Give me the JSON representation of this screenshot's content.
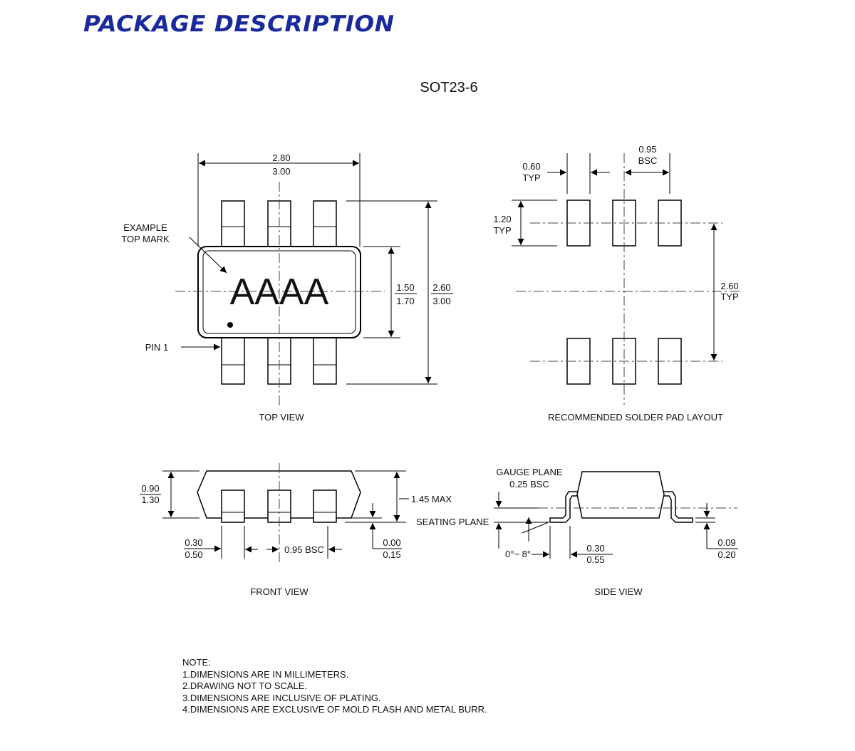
{
  "header": {
    "title": "PACKAGE DESCRIPTION"
  },
  "diagram": {
    "package_name": "SOT23-6",
    "top_view": {
      "caption": "TOP VIEW",
      "top_mark_label_1": "EXAMPLE",
      "top_mark_label_2": "TOP MARK",
      "mark_text": "AAAA",
      "pin1_label": "PIN 1",
      "width_min": "2.80",
      "width_max": "3.00",
      "body_min": "1.50",
      "body_max": "1.70",
      "overall_min": "2.60",
      "overall_max": "3.00"
    },
    "pad_layout": {
      "caption": "RECOMMENDED SOLDER PAD LAYOUT",
      "pad_width": "0.60",
      "pad_width_note": "TYP",
      "pitch": "0.95",
      "pitch_note": "BSC",
      "pad_length": "1.20",
      "pad_length_note": "TYP",
      "span": "2.60",
      "span_note": "TYP"
    },
    "front_view": {
      "caption": "FRONT VIEW",
      "body_h_min": "0.90",
      "body_h_max": "1.30",
      "max_height": "1.45 MAX",
      "seating_plane": "SEATING PLANE",
      "lead_w_min": "0.30",
      "lead_w_max": "0.50",
      "pitch": "0.95 BSC",
      "standoff_min": "0.00",
      "standoff_max": "0.15"
    },
    "side_view": {
      "caption": "SIDE VIEW",
      "gauge_plane_1": "GAUGE PLANE",
      "gauge_plane_2": "0.25 BSC",
      "angle": "0°~ 8°",
      "foot_min": "0.30",
      "foot_max": "0.55",
      "thick_min": "0.09",
      "thick_max": "0.20"
    }
  },
  "notes": {
    "heading": "NOTE:",
    "items": [
      "1.DIMENSIONS ARE IN MILLIMETERS.",
      "2.DRAWING NOT TO SCALE.",
      "3.DIMENSIONS ARE INCLUSIVE OF PLATING.",
      "4.DIMENSIONS ARE EXCLUSIVE OF MOLD FLASH AND METAL BURR."
    ]
  }
}
